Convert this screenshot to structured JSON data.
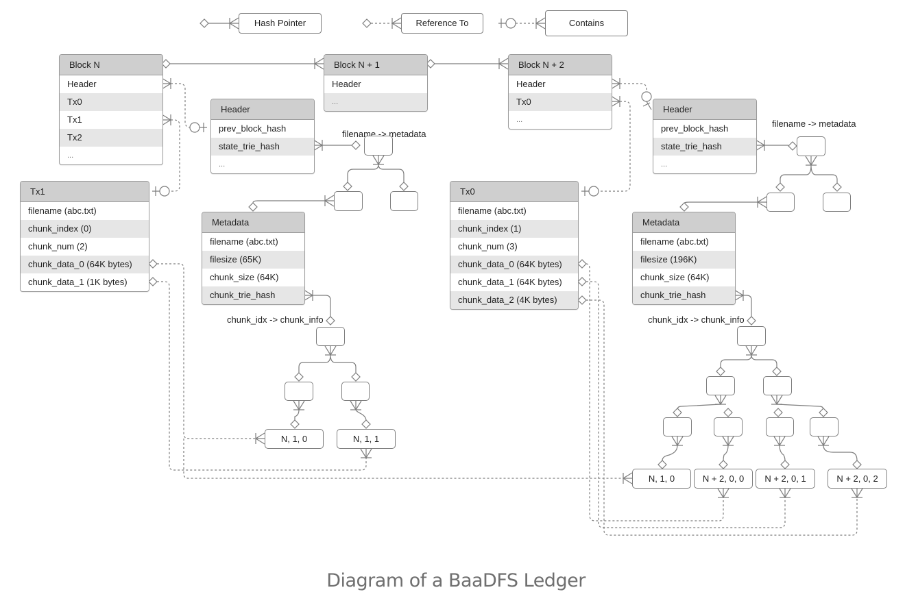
{
  "legend": [
    {
      "label": "Hash Pointer",
      "line": "solid",
      "end": "diamond"
    },
    {
      "label": "Reference To",
      "line": "dashed",
      "end": "diamond"
    },
    {
      "label": "Contains",
      "line": "dashed",
      "end": "bar-circle"
    }
  ],
  "blocks": {
    "block_n": {
      "title": "Block N",
      "rows": [
        "Header",
        "Tx0",
        "Tx1",
        "Tx2",
        "..."
      ]
    },
    "block_n1": {
      "title": "Block N + 1",
      "rows": [
        "Header",
        "..."
      ]
    },
    "block_n2": {
      "title": "Block N + 2",
      "rows": [
        "Header",
        "Tx0",
        "..."
      ]
    }
  },
  "headers": {
    "left": {
      "title": "Header",
      "rows": [
        "prev_block_hash",
        "state_trie_hash",
        "..."
      ]
    },
    "right": {
      "title": "Header",
      "rows": [
        "prev_block_hash",
        "state_trie_hash",
        "..."
      ]
    }
  },
  "transactions": {
    "tx1": {
      "title": "Tx1",
      "rows": [
        "filename (abc.txt)",
        "chunk_index (0)",
        "chunk_num (2)",
        "chunk_data_0 (64K bytes)",
        "chunk_data_1 (1K bytes)"
      ]
    },
    "tx0": {
      "title": "Tx0",
      "rows": [
        "filename (abc.txt)",
        "chunk_index (1)",
        "chunk_num (3)",
        "chunk_data_0 (64K bytes)",
        "chunk_data_1 (64K bytes)",
        "chunk_data_2 (4K bytes)"
      ]
    }
  },
  "metadata": {
    "left": {
      "title": "Metadata",
      "rows": [
        "filename (abc.txt)",
        "filesize (65K)",
        "chunk_size (64K)",
        "chunk_trie_hash"
      ]
    },
    "right": {
      "title": "Metadata",
      "rows": [
        "filename (abc.txt)",
        "filesize (196K)",
        "chunk_size (64K)",
        "chunk_trie_hash"
      ]
    }
  },
  "trie_labels": {
    "state_left": "filename -> metadata",
    "state_right": "filename -> metadata",
    "chunk_left": "chunk_idx -> chunk_info",
    "chunk_right": "chunk_idx -> chunk_info"
  },
  "chunk_leaves": {
    "left": [
      "N, 1, 0",
      "N, 1, 1"
    ],
    "right": [
      "N, 1, 0",
      "N + 2, 0, 0",
      "N + 2, 0, 1",
      "N + 2, 0, 2"
    ]
  },
  "caption": "Diagram of a BaaDFS Ledger",
  "colors": {
    "header_fill": "#cfcfcf",
    "alt_row": "#e6e6e6",
    "line": "#7d7d7d",
    "caption": "#6f6f6f"
  }
}
